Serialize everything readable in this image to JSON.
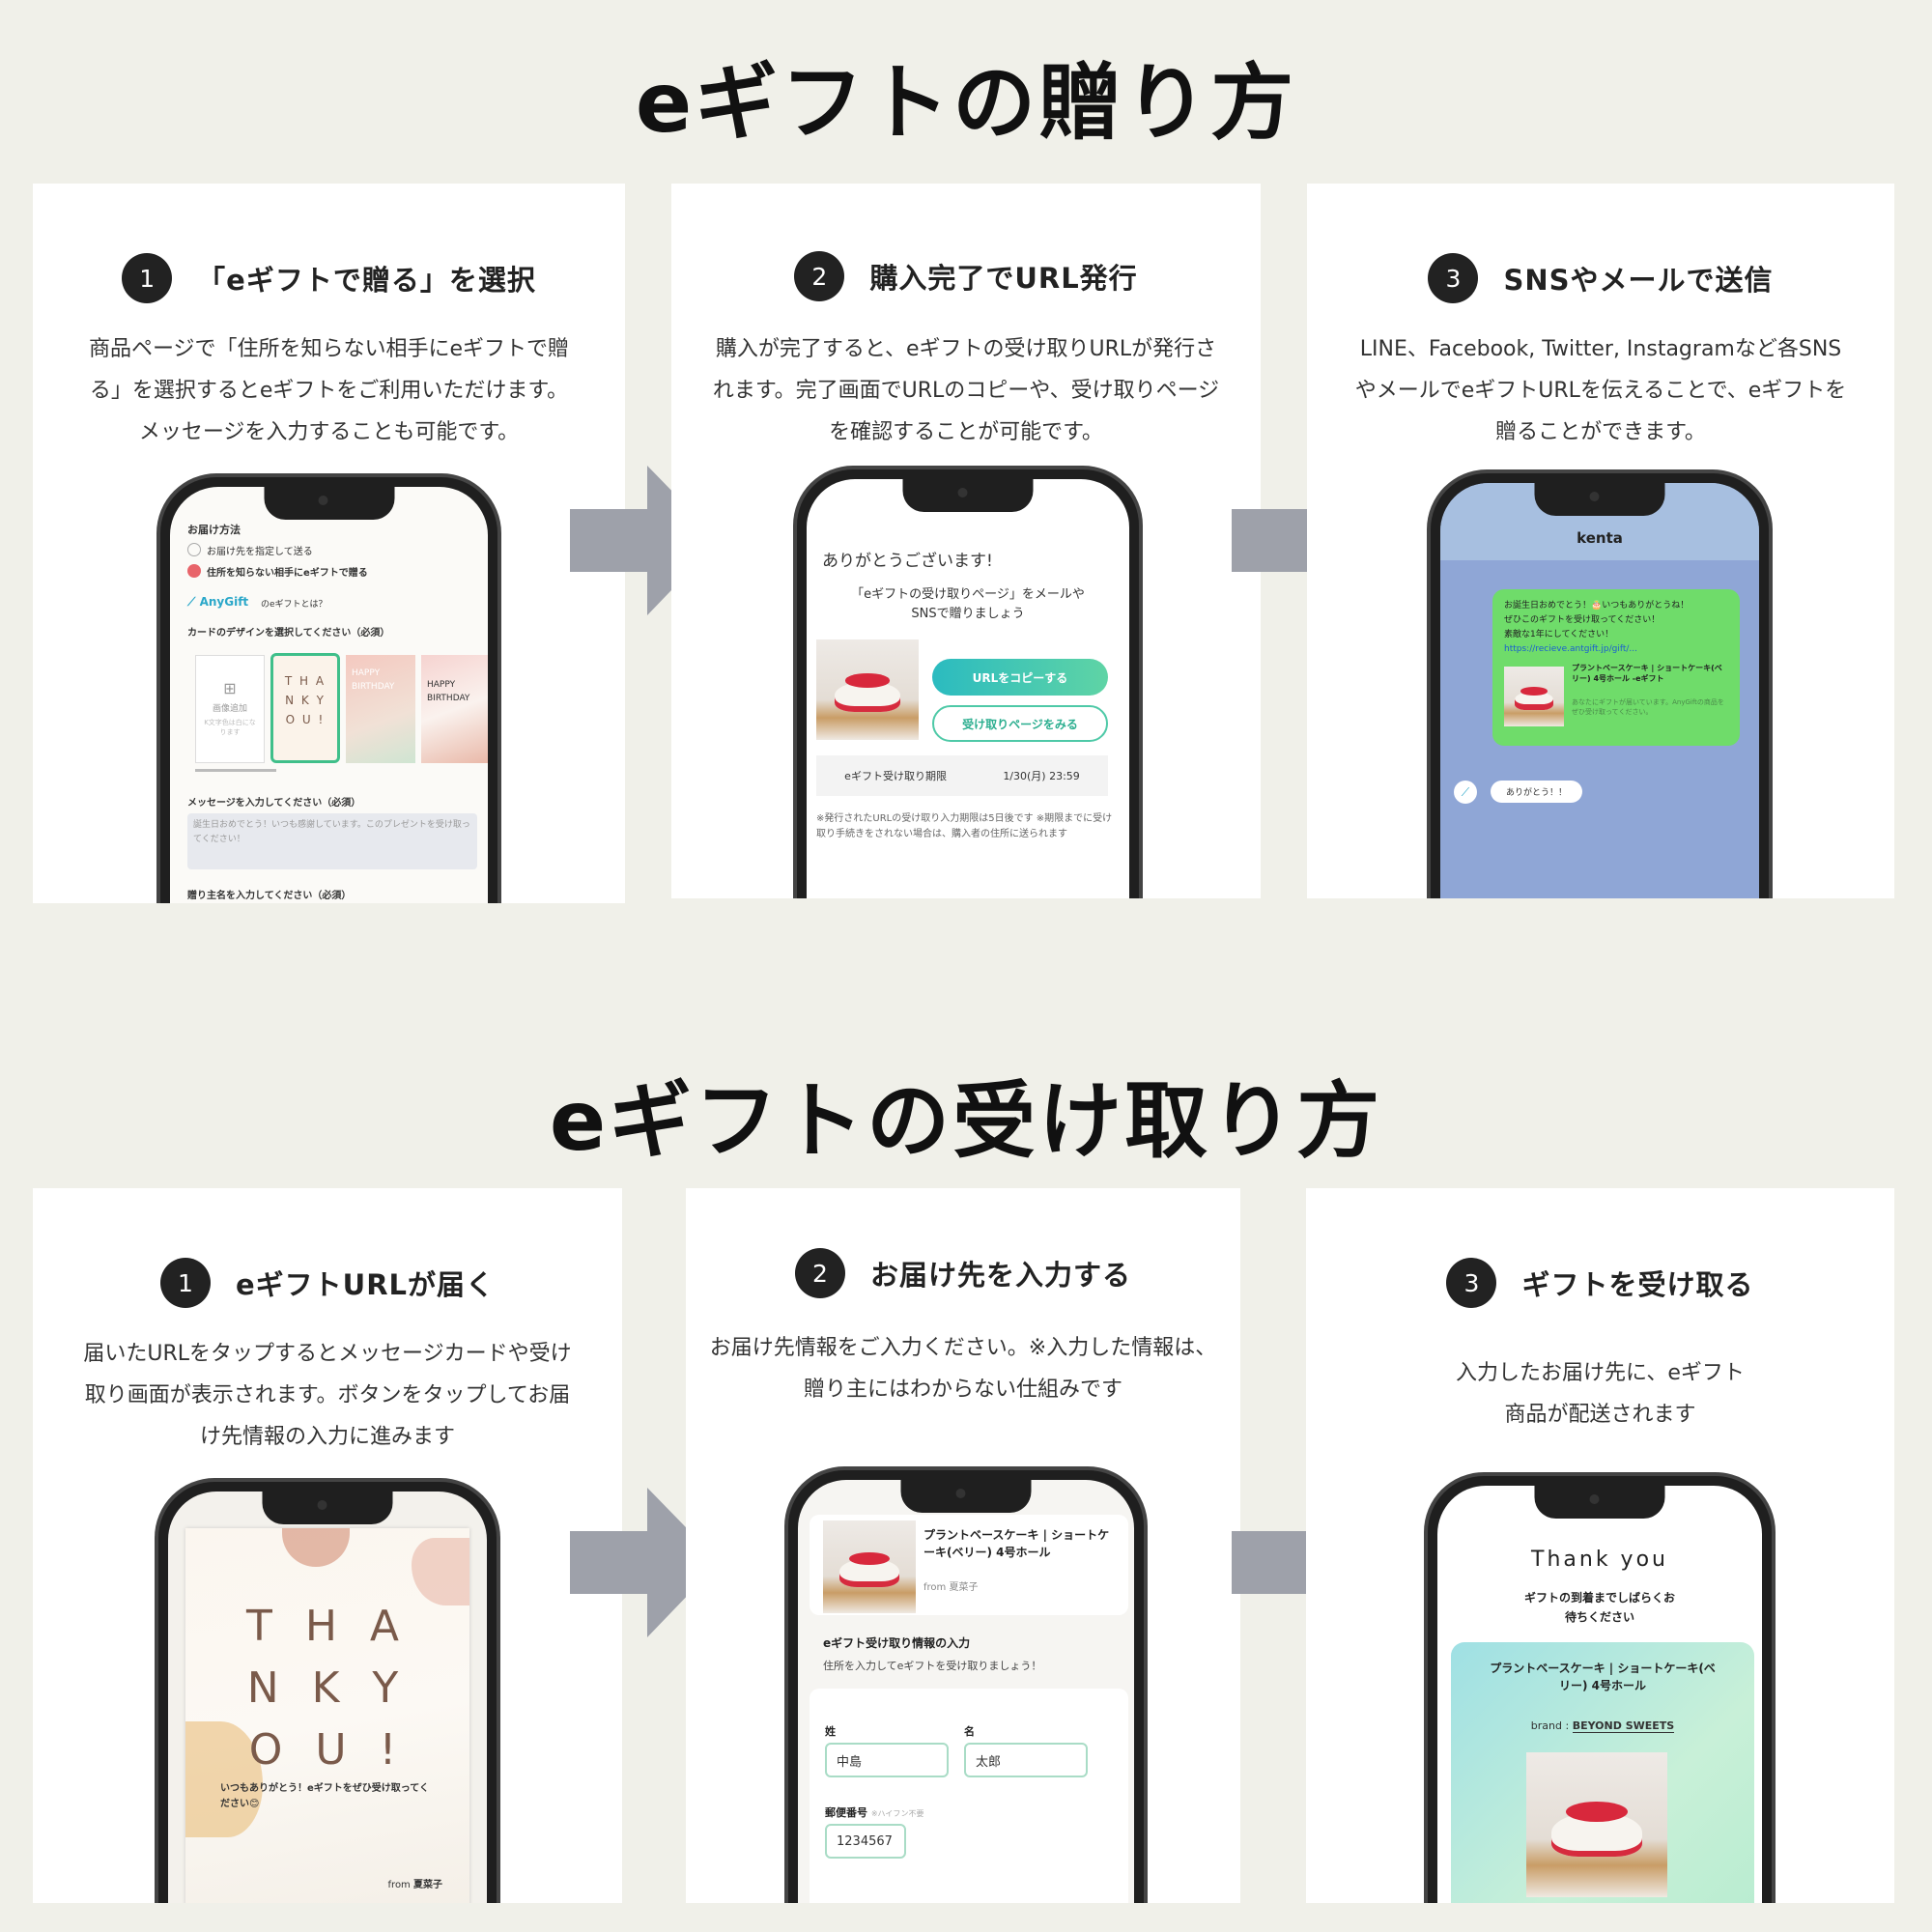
{
  "send": {
    "title": "eギフトの贈り方",
    "steps": [
      {
        "num": "1",
        "title": "「eギフトで贈る」を選択",
        "desc": "商品ページで「住所を知らない相手にeギフトで贈る」を選択するとeギフトをご利用いただけます。メッセージを入力することも可能です。"
      },
      {
        "num": "2",
        "title": "購入完了でURL発行",
        "desc": "購入が完了すると、eギフトの受け取りURLが発行されます。完了画面でURLのコピーや、受け取りページを確認することが可能です。"
      },
      {
        "num": "3",
        "title": "SNSやメールで送信",
        "desc": "LINE、Facebook, Twitter, Instagramなど各SNSやメールでeギフトURLを伝えることで、eギフトを贈ることができます。"
      }
    ]
  },
  "receive": {
    "title": "eギフトの受け取り方",
    "steps": [
      {
        "num": "1",
        "title": "eギフトURLが届く",
        "desc": "届いたURLをタップするとメッセージカードや受け取り画面が表示されます。ボタンをタップしてお届け先情報の入力に進みます"
      },
      {
        "num": "2",
        "title": "お届け先を入力する",
        "desc": "お届け先情報をご入力ください。※入力した情報は、贈り主にはわからない仕組みです"
      },
      {
        "num": "3",
        "title": "ギフトを受け取る",
        "desc": "入力したお届け先に、eギフト商品が配送されます"
      }
    ]
  },
  "s1": {
    "heading": "お届け方法",
    "opt1": "お届け先を指定して送る",
    "opt2": "住所を知らない相手にeギフトで贈る",
    "brand": "AnyGift",
    "brand_q": "のeギフトとは？",
    "card_label": "カードのデザインを選択してください（必須）",
    "add_img": "画像追加",
    "add_note": "K文字色は白になります",
    "card2": "T H A N K Y O U !",
    "card3": "HAPPY BIRTHDAY",
    "card4": "HAPPY BIRTHDAY",
    "msg_label": "メッセージを入力してください（必須）",
    "msg_text": "誕生日おめでとう！いつも感謝しています。このプレゼントを受け取ってください！",
    "from_label": "贈り主名を入力してください（必須）"
  },
  "s2": {
    "thanks": "ありがとうございます!",
    "instr": "「eギフトの受け取りページ」をメールやSNSで贈りましょう",
    "copy_btn": "URLをコピーする",
    "view_btn": "受け取りページをみる",
    "limit_label": "eギフト受け取り期限",
    "limit_value": "1/30(月) 23:59",
    "note": "※発行されたURLの受け取り入力期限は5日後です ※期限までに受け取り手続きをされない場合は、購入者の住所に送られます"
  },
  "s3": {
    "contact": "kenta",
    "msg1": "お誕生日おめでとう！🎂いつもありがとうね！",
    "msg2": "ぜひこのギフトを受け取ってください！",
    "msg3": "素敵な1年にしてください！",
    "link": "https://recieve.antgift.jp/gift/...",
    "prod": "プラントベースケーキ | ショートケーキ(ベリー) 4号ホール -eギフト",
    "prod_note": "あなたにギフトが届いています。AnyGiftの商品をぜひ受け取ってください。",
    "reply": "ありがとう！！"
  },
  "r1": {
    "card_text": "T H A N K Y O U !",
    "msg": "いつもありがとう！eギフトをぜひ受け取ってください😊",
    "from": "from",
    "sender": "夏菜子"
  },
  "r2": {
    "prod": "プラントベースケーキ | ショートケーキ(ベリー) 4号ホール",
    "from": "from",
    "sender": "夏菜子",
    "sec_title": "eギフト受け取り情報の入力",
    "sec_sub": "住所を入力してeギフトを受け取りましょう！",
    "last_label": "姓",
    "first_label": "名",
    "last_value": "中島",
    "first_value": "太郎",
    "zip_label": "郵便番号",
    "zip_note": "※ハイフン不要",
    "zip_value": "1234567"
  },
  "r3": {
    "thank": "Thank you",
    "wait": "ギフトの到着までしばらくお待ちください",
    "prod": "プラントベースケーキ | ショートケーキ(ベリー) 4号ホール",
    "brand_label": "brand :",
    "brand": "BEYOND SWEETS"
  }
}
